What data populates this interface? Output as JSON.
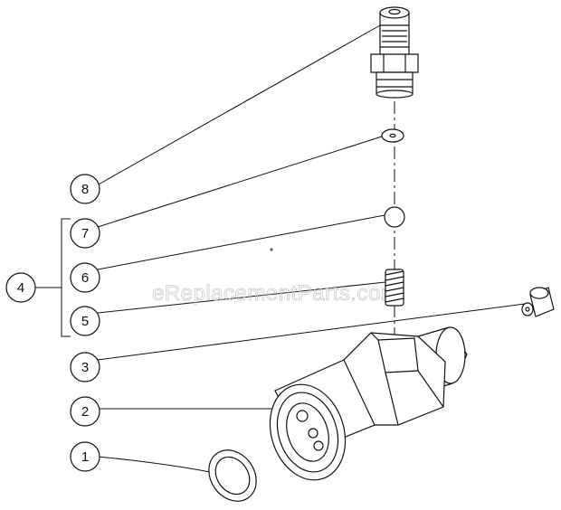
{
  "watermark": "eReplacementParts.com",
  "callouts": [
    {
      "label": "8",
      "part": "quick-coupler-nipple"
    },
    {
      "label": "7",
      "part": "small-washer"
    },
    {
      "label": "6",
      "part": "check-ball"
    },
    {
      "label": "5",
      "part": "spring"
    },
    {
      "label": "4",
      "part": "check-valve-kit-bracket"
    },
    {
      "label": "3",
      "part": "nozzle"
    },
    {
      "label": "2",
      "part": "quick-coupler-body"
    },
    {
      "label": "1",
      "part": "o-ring"
    }
  ],
  "colors": {
    "line": "#111111",
    "fill": "#ffffff",
    "watermark": "#c8c8c8"
  }
}
